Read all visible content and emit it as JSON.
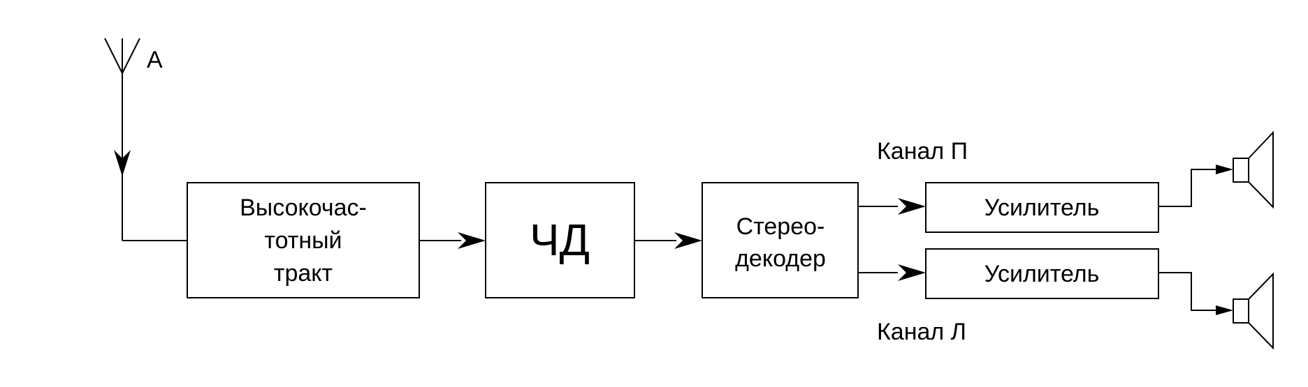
{
  "diagram": {
    "antenna_label": "А",
    "blocks": {
      "rf_line1": "Высокочас-",
      "rf_line2": "тотный",
      "rf_line3": "тракт",
      "fm_detector": "ЧД",
      "stereo_line1": "Стерео-",
      "stereo_line2": "декодер",
      "amp_right": "Усилитель",
      "amp_left": "Усилитель"
    },
    "channels": {
      "right": "Канал П",
      "left": "Канал Л"
    }
  }
}
